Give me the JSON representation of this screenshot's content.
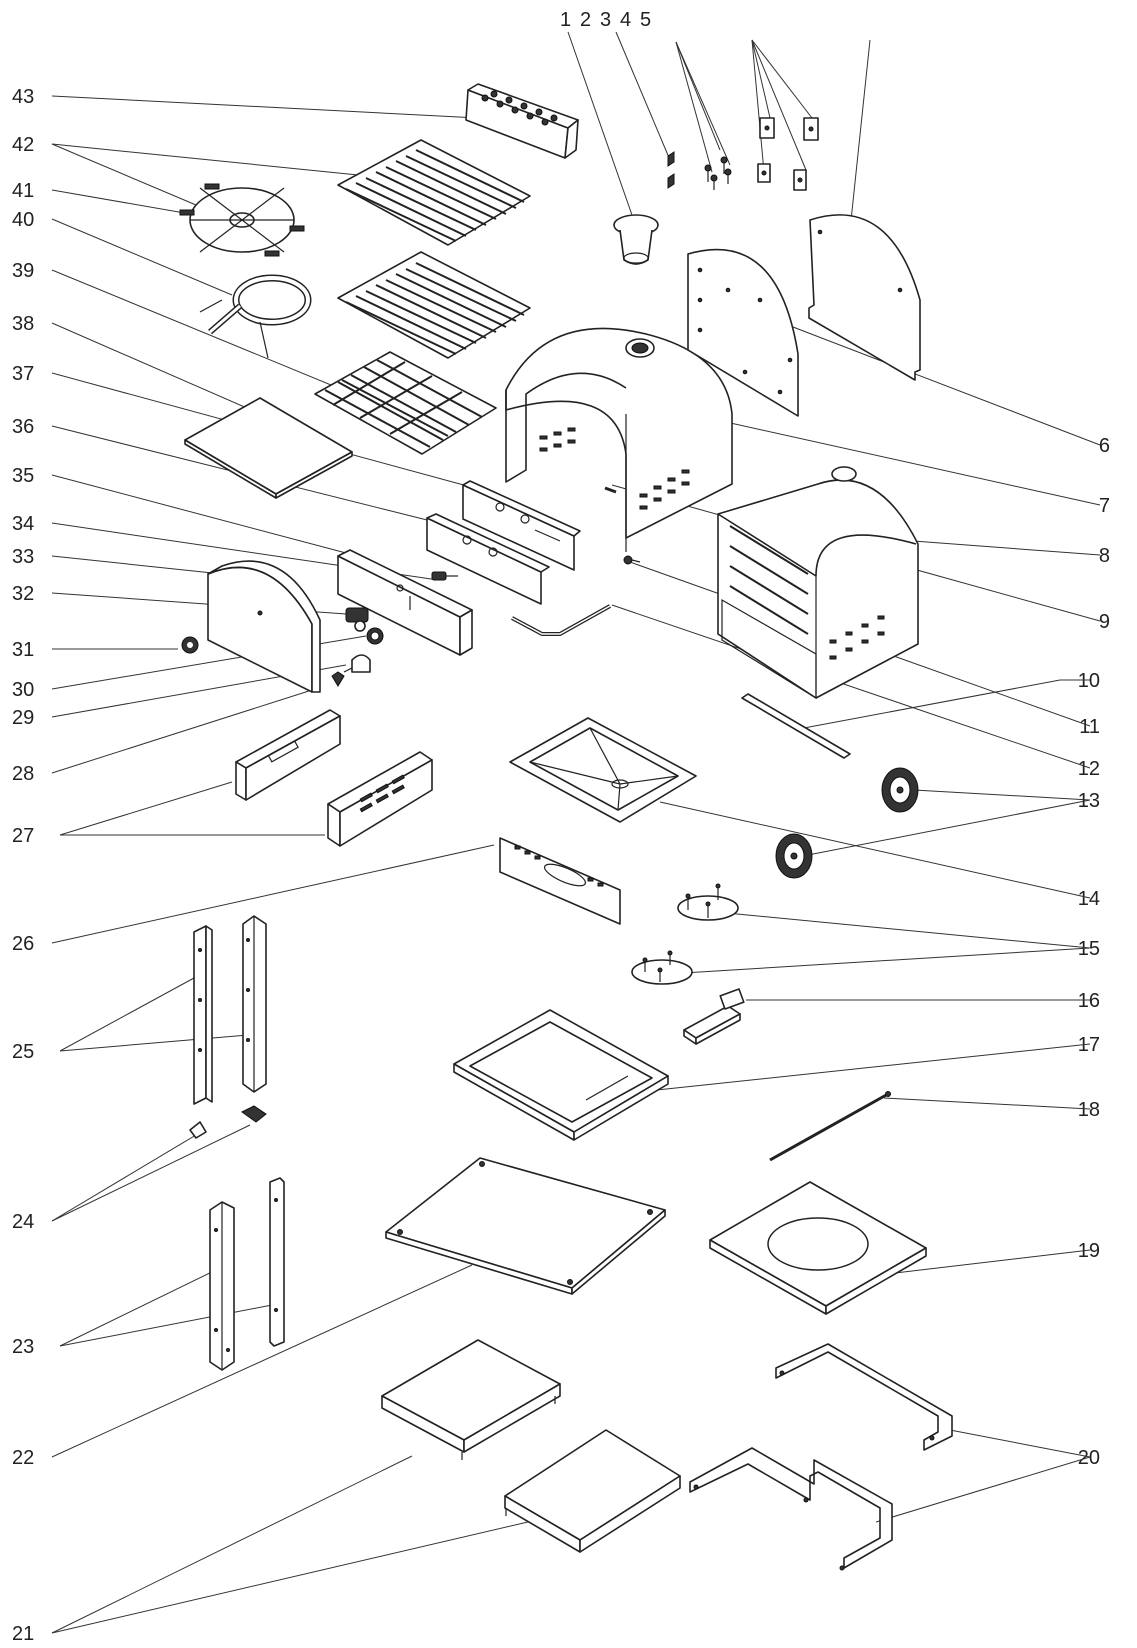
{
  "diagram": {
    "type": "exploded-parts-view",
    "top_labels": [
      "1",
      "2",
      "3",
      "4",
      "5"
    ],
    "left_labels": [
      "43",
      "42",
      "41",
      "40",
      "39",
      "38",
      "37",
      "36",
      "35",
      "34",
      "33",
      "32",
      "31",
      "30",
      "29",
      "28",
      "27",
      "26",
      "25",
      "24",
      "23",
      "22",
      "21"
    ],
    "right_labels": [
      "6",
      "7",
      "8",
      "9",
      "10",
      "11",
      "12",
      "13",
      "14",
      "15",
      "16",
      "17",
      "18",
      "19",
      "20"
    ],
    "line_color": "#333333",
    "fill_color": "#ffffff"
  }
}
